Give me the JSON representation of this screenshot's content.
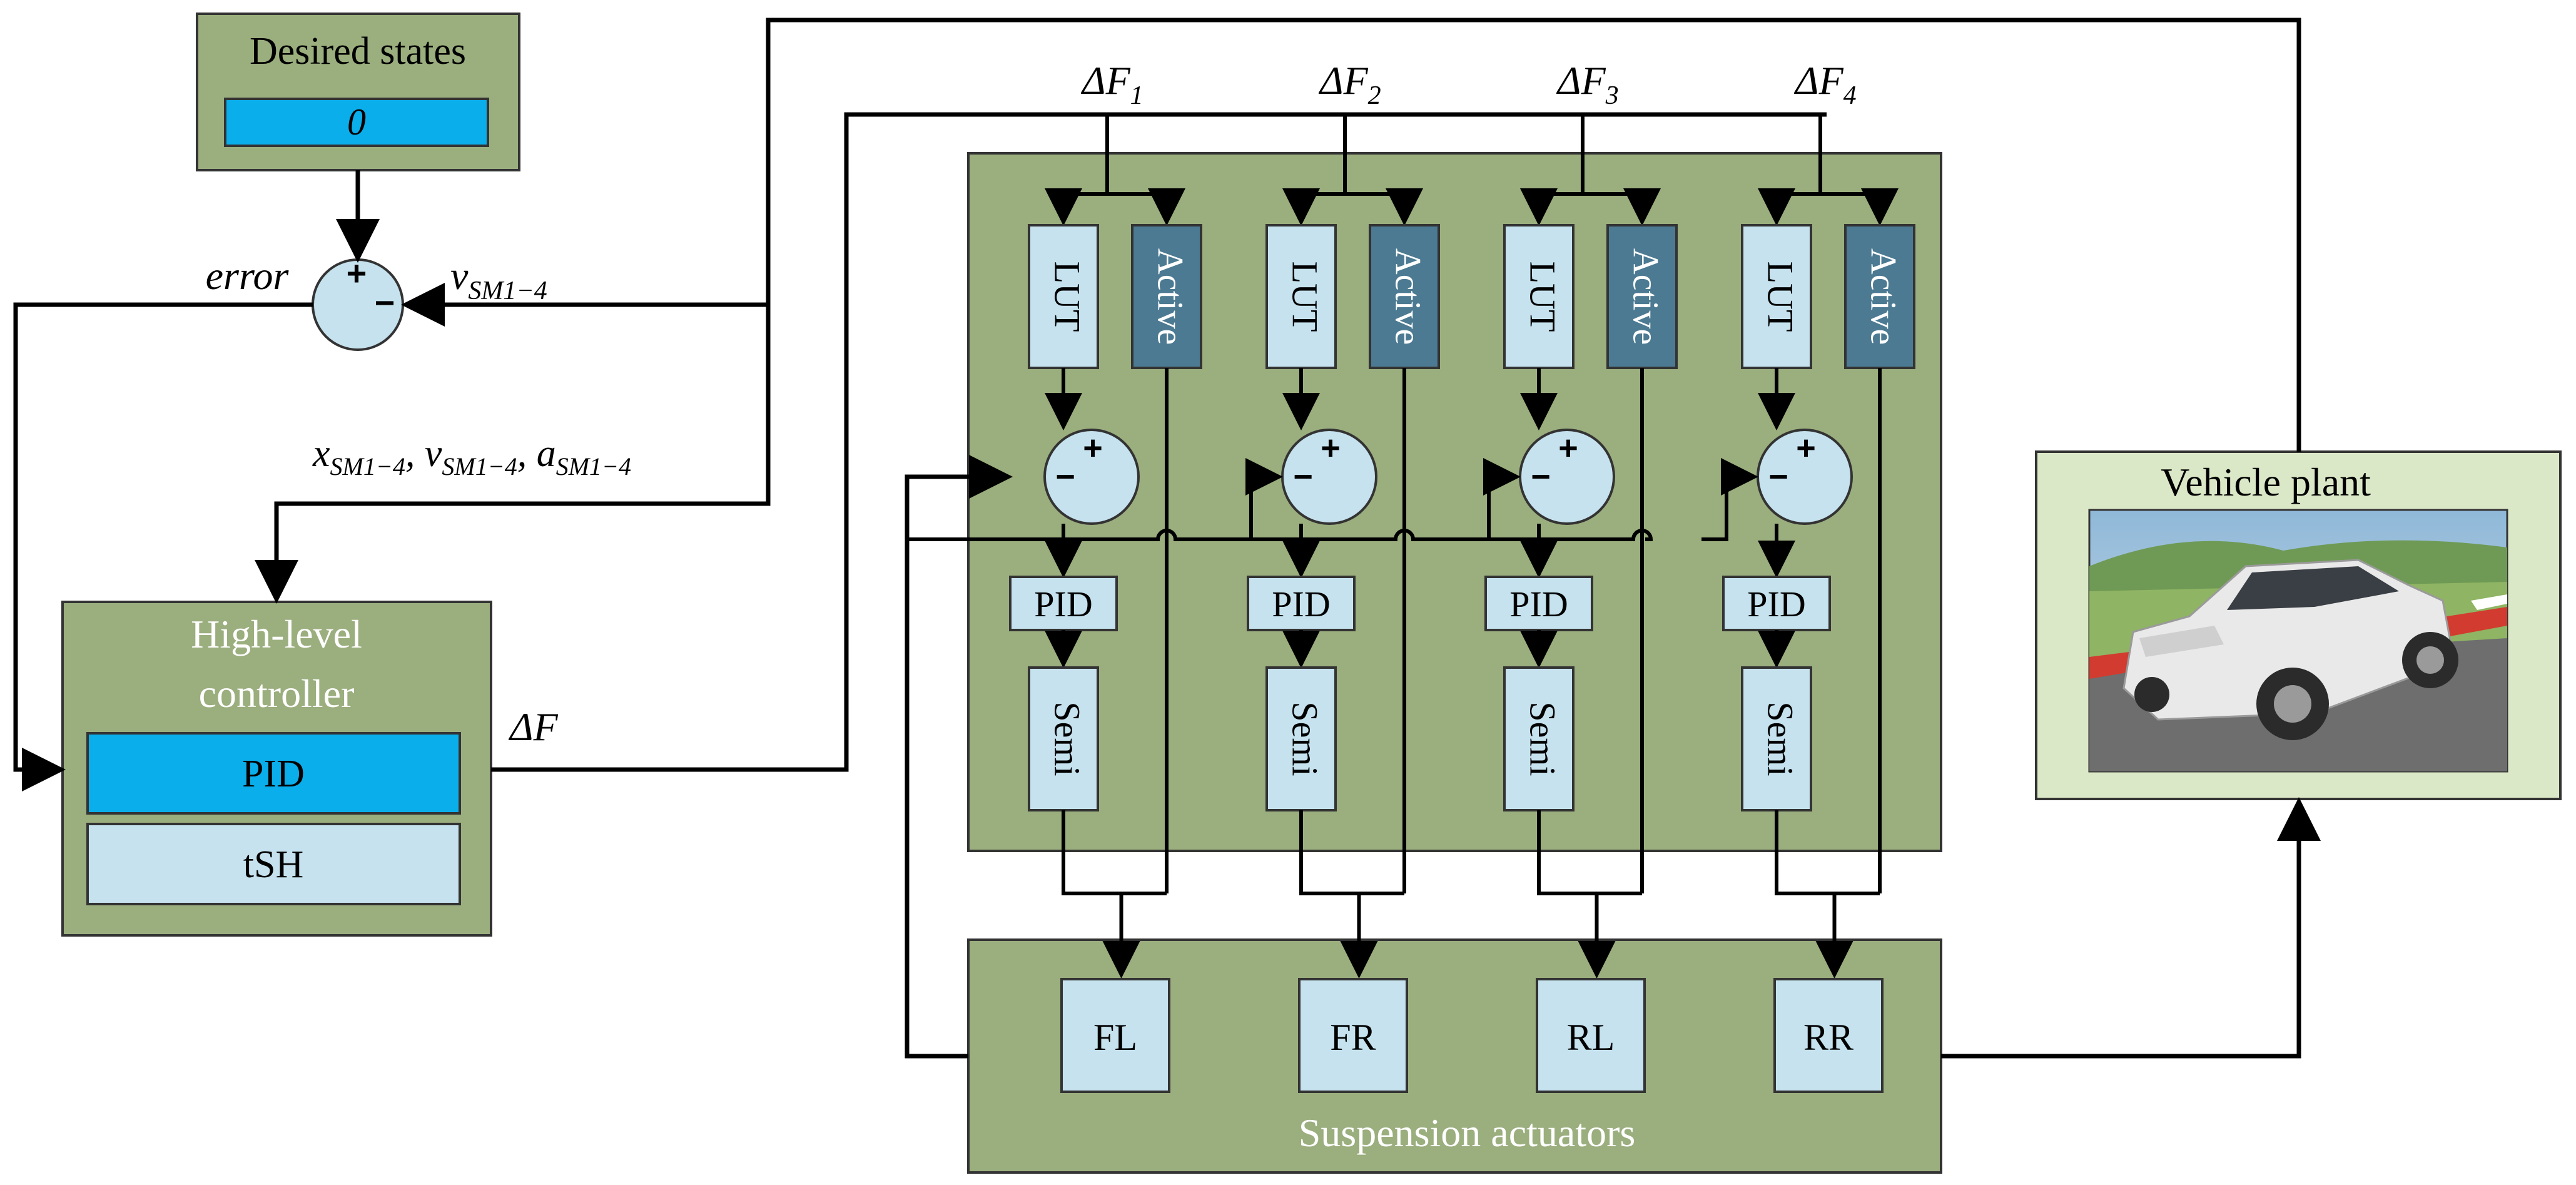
{
  "desired": {
    "title": "Desired states",
    "value": "0"
  },
  "hlc": {
    "title_line1": "High-level",
    "title_line2": "controller",
    "pid": "PID",
    "tsh": "tSH"
  },
  "labels": {
    "error": "error",
    "feedback": "v",
    "feedback_sub": "SM1−4",
    "states_x": "x",
    "states_v": "v",
    "states_a": "a",
    "states_sub": "SM1−4",
    "delta_f": "ΔF"
  },
  "channels": [
    {
      "df": "ΔF",
      "df_sub": "1",
      "lut": "LUT",
      "active": "Active",
      "pid": "PID",
      "semi": "Semi"
    },
    {
      "df": "ΔF",
      "df_sub": "2",
      "lut": "LUT",
      "active": "Active",
      "pid": "PID",
      "semi": "Semi"
    },
    {
      "df": "ΔF",
      "df_sub": "3",
      "lut": "LUT",
      "active": "Active",
      "pid": "PID",
      "semi": "Semi"
    },
    {
      "df": "ΔF",
      "df_sub": "4",
      "lut": "LUT",
      "active": "Active",
      "pid": "PID",
      "semi": "Semi"
    }
  ],
  "actuators": {
    "title": "Suspension actuators",
    "items": [
      "FL",
      "FR",
      "RL",
      "RR"
    ]
  },
  "vehicle": {
    "title": "Vehicle plant"
  },
  "signs": {
    "plus": "+",
    "minus": "−"
  },
  "colors": {
    "green_block": "#9bae7e",
    "light_blue": "#c5e2ee",
    "bright_blue": "#0aaeea",
    "teal": "#4c7a92",
    "vehicle_bg": "#dbe8c7"
  }
}
